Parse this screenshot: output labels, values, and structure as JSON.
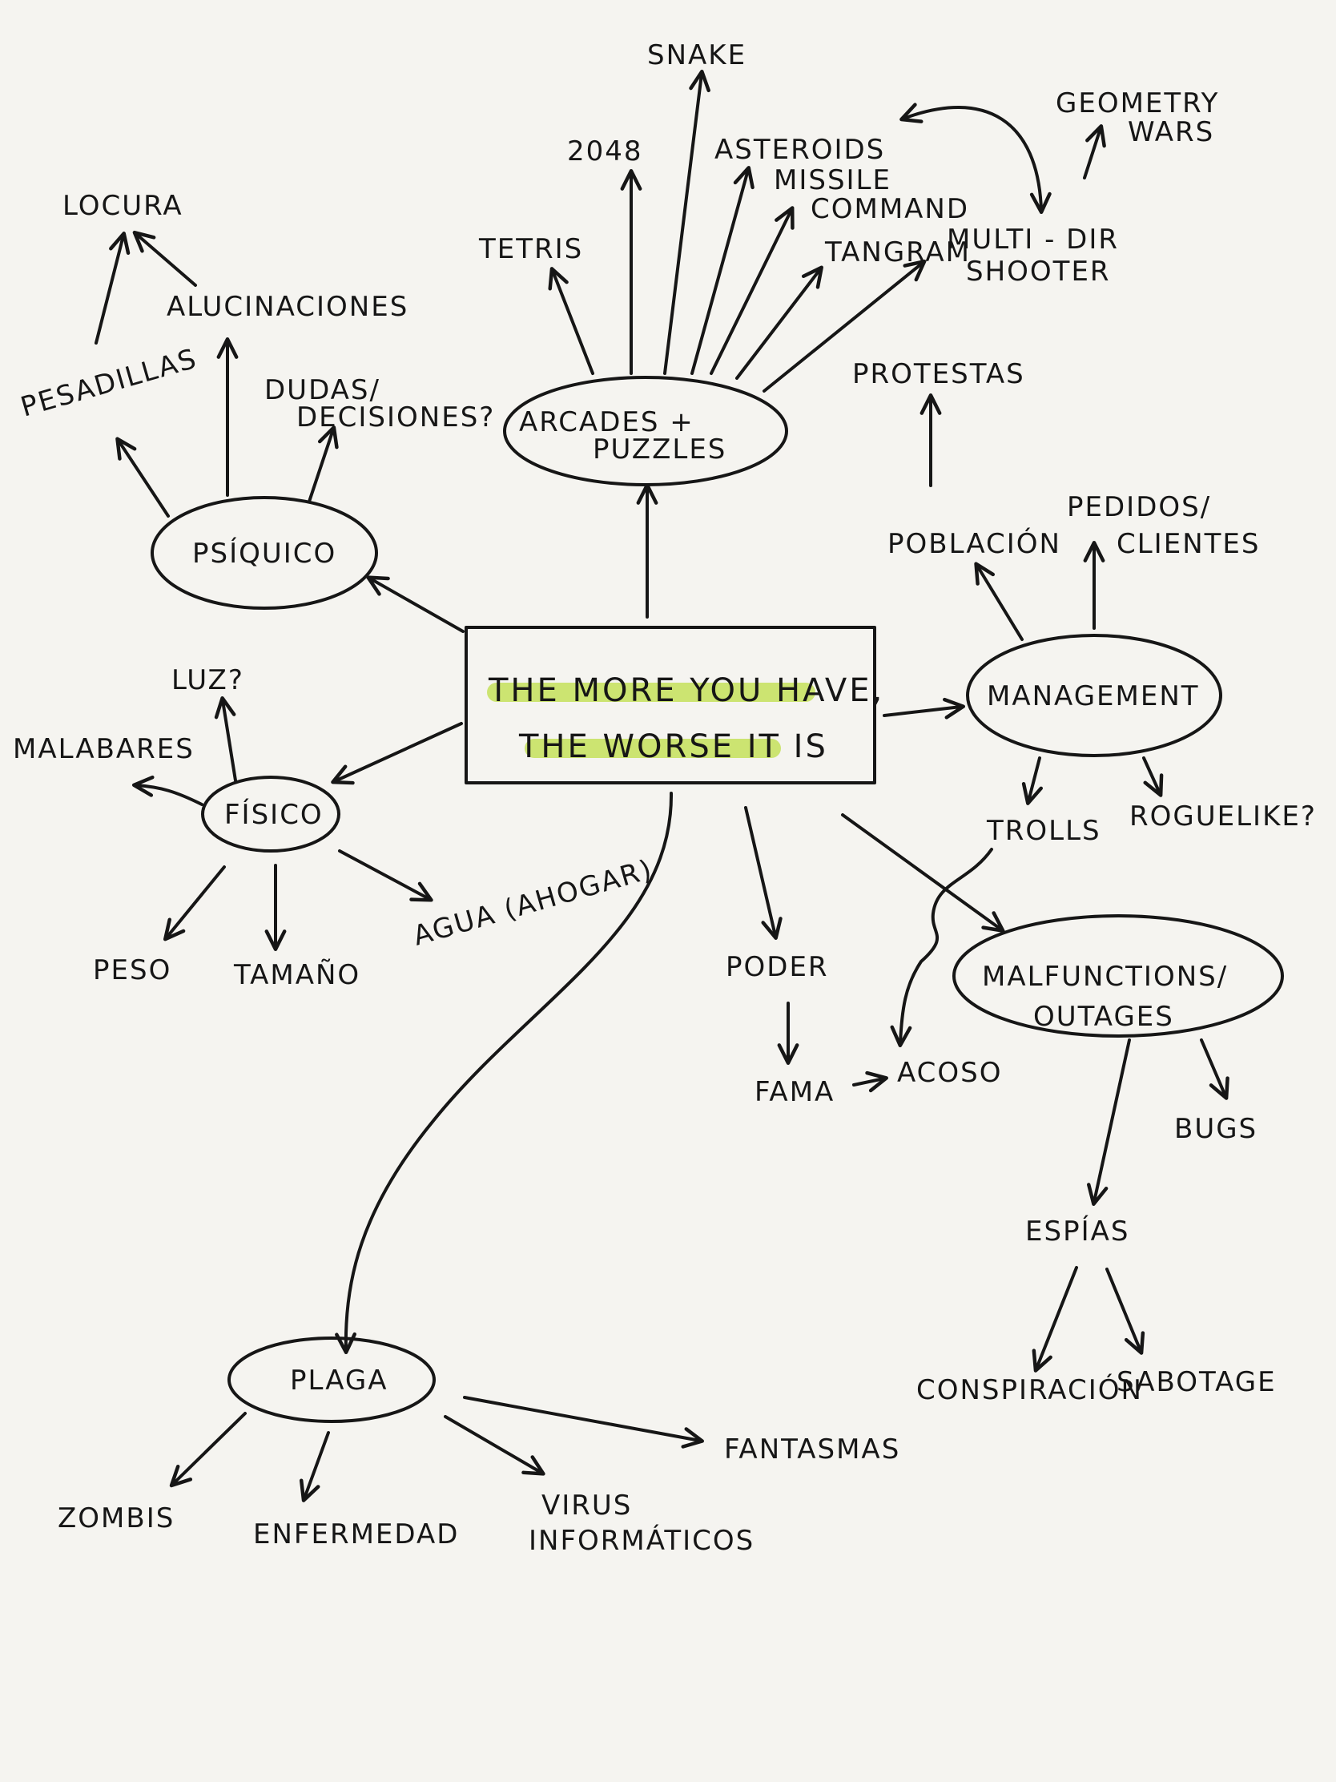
{
  "colors": {
    "background": "#f5f4f0",
    "ink": "#161616",
    "highlight": "#c4e05a"
  },
  "center": {
    "line1": "THE MORE YOU HAVE,",
    "line2": "THE WORSE IT IS"
  },
  "nodes": {
    "arcades": {
      "line1": "ARCADES +",
      "line2": "PUZZLES"
    },
    "psiquico": "PSÍQUICO",
    "fisico": "FÍSICO",
    "management": "MANAGEMENT",
    "malfunctions": {
      "line1": "MALFUNCTIONS/",
      "line2": "OUTAGES"
    },
    "plaga": "PLAGA"
  },
  "leaves": {
    "snake": "SNAKE",
    "n2048": "2048",
    "asteroids": "ASTEROIDS",
    "missile": {
      "line1": "MISSILE",
      "line2": "COMMAND"
    },
    "tangram": "TANGRAM",
    "tetris": "TETRIS",
    "multidir": {
      "line1": "MULTI - DIR",
      "line2": "SHOOTER"
    },
    "geometry": {
      "line1": "GEOMETRY",
      "line2": "WARS"
    },
    "locura": "LOCURA",
    "alucinaciones": "ALUCINACIONES",
    "pesadillas": "PESADILLAS",
    "dudas": {
      "line1": "DUDAS/",
      "line2": "DECISIONES?"
    },
    "luz": "LUZ?",
    "malabares": "MALABARES",
    "peso": "PESO",
    "tamano": "TAMAÑO",
    "agua": "AGUA (AHOGAR)",
    "protestas": "PROTESTAS",
    "poblacion": "POBLACIÓN",
    "pedidos": {
      "line1": "PEDIDOS/",
      "line2": "CLIENTES"
    },
    "trolls": "TROLLS",
    "roguelike": "ROGUELIKE?",
    "poder": "PODER",
    "fama": "FAMA",
    "acoso": "ACOSO",
    "bugs": "BUGS",
    "espias": "ESPÍAS",
    "conspiracion": "CONSPIRACIÓN",
    "sabotage": "SABOTAGE",
    "zombis": "ZOMBIS",
    "enfermedad": "ENFERMEDAD",
    "virus": {
      "line1": "VIRUS",
      "line2": "INFORMÁTICOS"
    },
    "fantasmas": "FANTASMAS"
  }
}
